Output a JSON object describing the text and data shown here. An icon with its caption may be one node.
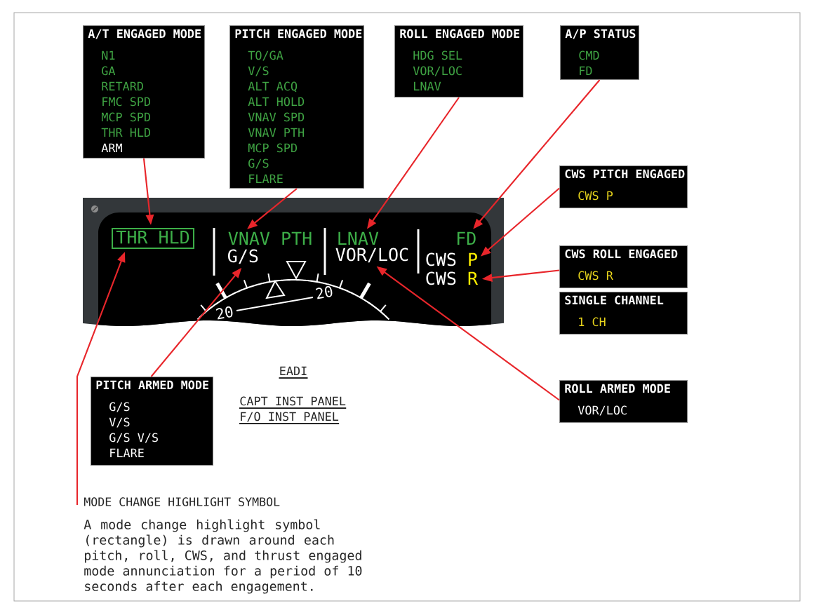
{
  "diagram": {
    "nodes": [
      {
        "text": [
          "A/T ENGAGED MODE",
          "N1",
          "GA",
          "RETARD",
          "FMC SPD",
          "MCP SPD",
          "THR HLD",
          "ARM"
        ]
      },
      {
        "text": [
          "PITCH ENGAGED MODE",
          "TO/GA",
          "V/S",
          "ALT ACQ",
          "ALT HOLD",
          "VNAV SPD",
          "VNAV PTH",
          "MCP SPD",
          "G/S",
          "FLARE"
        ]
      },
      {
        "text": [
          "ROLL ENGAGED MODE",
          "HDG SEL",
          "VOR/LOC",
          "LNAV"
        ]
      },
      {
        "text": [
          "A/P STATUS",
          "CMD",
          "FD"
        ]
      },
      {
        "text": [
          "CWS PITCH ENGAGED",
          "CWS P"
        ]
      },
      {
        "text": [],
        "shape": "picture"
      },
      {
        "text": [
          "THR HLD"
        ],
        "in": 5
      },
      {
        "text": [
          "VNAV PTH"
        ],
        "in": 5
      },
      {
        "text": [
          "G/S"
        ],
        "in": 5
      },
      {
        "text": [
          "LNAV"
        ],
        "in": 5
      },
      {
        "text": [
          "VOR/LOC"
        ],
        "in": 5
      },
      {
        "text": [
          "FD"
        ],
        "in": 5
      },
      {
        "text": [
          "CWS",
          "P"
        ],
        "in": 5
      },
      {
        "text": [
          "CWS",
          "R"
        ],
        "in": 5
      },
      {
        "text": [
          "CWS ROLL ENGAGED",
          "CWS R"
        ]
      },
      {
        "text": [
          "SINGLE CHANNEL",
          "1 CH"
        ]
      },
      {
        "text": [
          "ROLL ARMED MODE",
          "VOR/LOC"
        ]
      },
      {
        "text": [
          "PITCH ARMED MODE",
          "G/S",
          "V/S",
          "G/S V/S",
          "FLARE"
        ]
      },
      {
        "text": [
          "MODE CHANGE HIGHLIGHT SYMBOL",
          "A mode change highlight symbol (rectangle) is drawn around each pitch, roll, CWS, and thrust engaged mode annunciation for a period of 10 seconds after each engagement."
        ]
      }
    ],
    "edges": [
      {
        "from": 0,
        "to": 6,
        "arrow": "to"
      },
      {
        "from": 1,
        "to": 7,
        "arrow": "to"
      },
      {
        "from": 2,
        "to": 9,
        "arrow": "to"
      },
      {
        "from": 3,
        "to": 11,
        "arrow": "to"
      },
      {
        "from": 4,
        "to": 12,
        "arrow": "to"
      },
      {
        "from": 14,
        "to": 13,
        "arrow": "to"
      },
      {
        "from": 16,
        "to": 10,
        "arrow": "to"
      },
      {
        "from": 17,
        "to": 8,
        "arrow": "to"
      },
      {
        "from": 18,
        "to": 6,
        "arrow": "to"
      }
    ],
    "labels": [
      "20",
      "20",
      "EADI",
      "CAPT INST PANEL",
      "F/O INST PANEL"
    ]
  }
}
